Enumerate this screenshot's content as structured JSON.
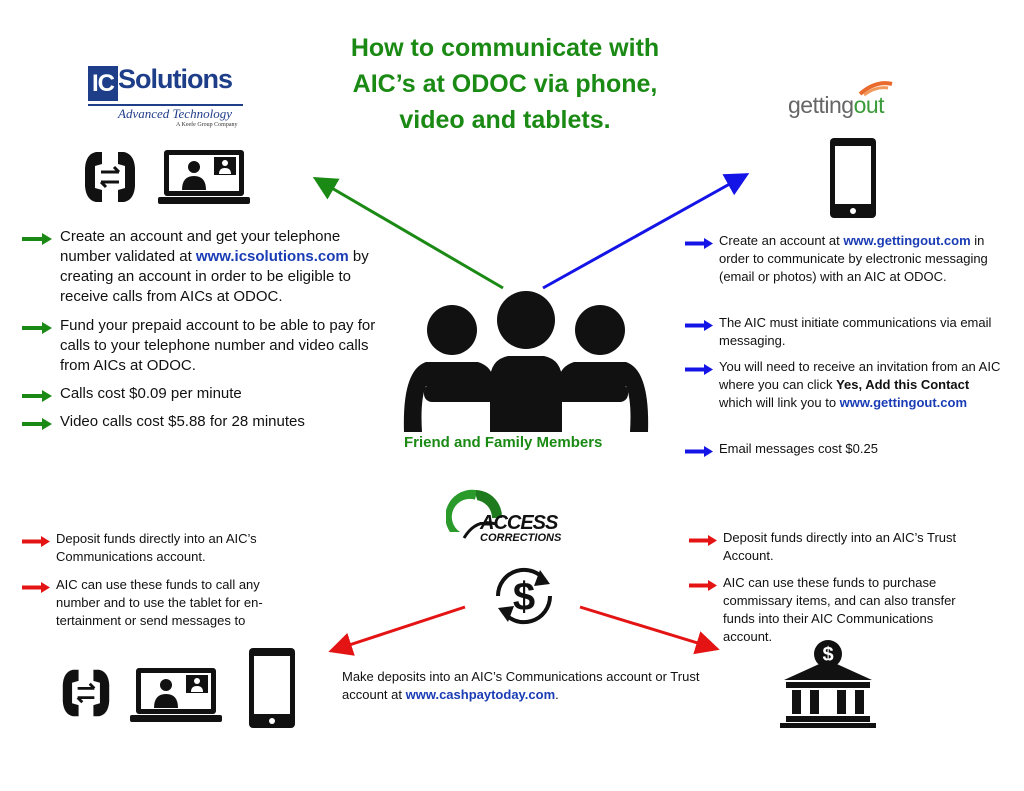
{
  "title": {
    "line1": "How to communicate with",
    "line2": "AIC’s at ODOC via phone,",
    "line3": "video and tablets."
  },
  "colors": {
    "green": "#1a8a14",
    "blue": "#1414e6",
    "red": "#e41414",
    "link": "#1a3cb5",
    "icsolutions_blue": "#1f3e8a"
  },
  "icsolutions_logo": {
    "box": "IC",
    "word": "Solutions",
    "subtitle": "Advanced Technology",
    "tagline": "A Keefe Group Company"
  },
  "gettingout_logo": {
    "part1": "getting",
    "part2": "out"
  },
  "access_logo": {
    "line1": "ACCESS",
    "line2": "CORRECTIONS"
  },
  "center": {
    "label": "Friend and Family Members",
    "icon": "family-group-icon"
  },
  "icons": {
    "phone": "phone-swap-icon",
    "video": "video-call-laptop-icon",
    "tablet": "tablet-icon",
    "money": "dollar-cycle-icon",
    "bank": "bank-dollar-icon"
  },
  "icsolutions_section": {
    "b1": {
      "pre": "Create an account and get your telephone number validated at ",
      "link": "www.icsolutions.com",
      "post": " by creating an account in order to be eligible to receive calls from AICs at ODOC."
    },
    "b2": "Fund your prepaid account to be able to pay for calls to your telephone number and video calls from AICs at ODOC.",
    "b3": "Calls cost $0.09 per minute",
    "b4": "Video calls cost $5.88 for 28 minutes"
  },
  "gettingout_section": {
    "b1": {
      "pre": "Create an account at ",
      "link": "www.gettingout.com",
      "post": " in order to communicate by electronic messaging (email or photos) with an AIC at ODOC."
    },
    "b2": "The AIC must initiate communications via email messaging.",
    "b3": {
      "pre": "You will need to receive an invitation from an AIC where you can click ",
      "bold": "Yes, Add this Contact",
      "mid": " which will link you to ",
      "link": "www.gettingout.com"
    },
    "b4": "Email messages cost $0.25"
  },
  "access_left_section": {
    "b1": "Deposit funds directly into an AIC’s Communications account.",
    "b2": "AIC can use these funds to call any number and to use the tablet for en-tertainment or send messages to"
  },
  "access_right_section": {
    "b1": "Deposit funds directly into an AIC’s Trust Account.",
    "b2": "AIC can use these funds to purchase commissary items, and can also transfer funds into their AIC Communications account."
  },
  "deposit": {
    "pre": "Make deposits into an AIC’s Communications account or Trust account at ",
    "link": "www.cashpaytoday.com",
    "post": "."
  }
}
